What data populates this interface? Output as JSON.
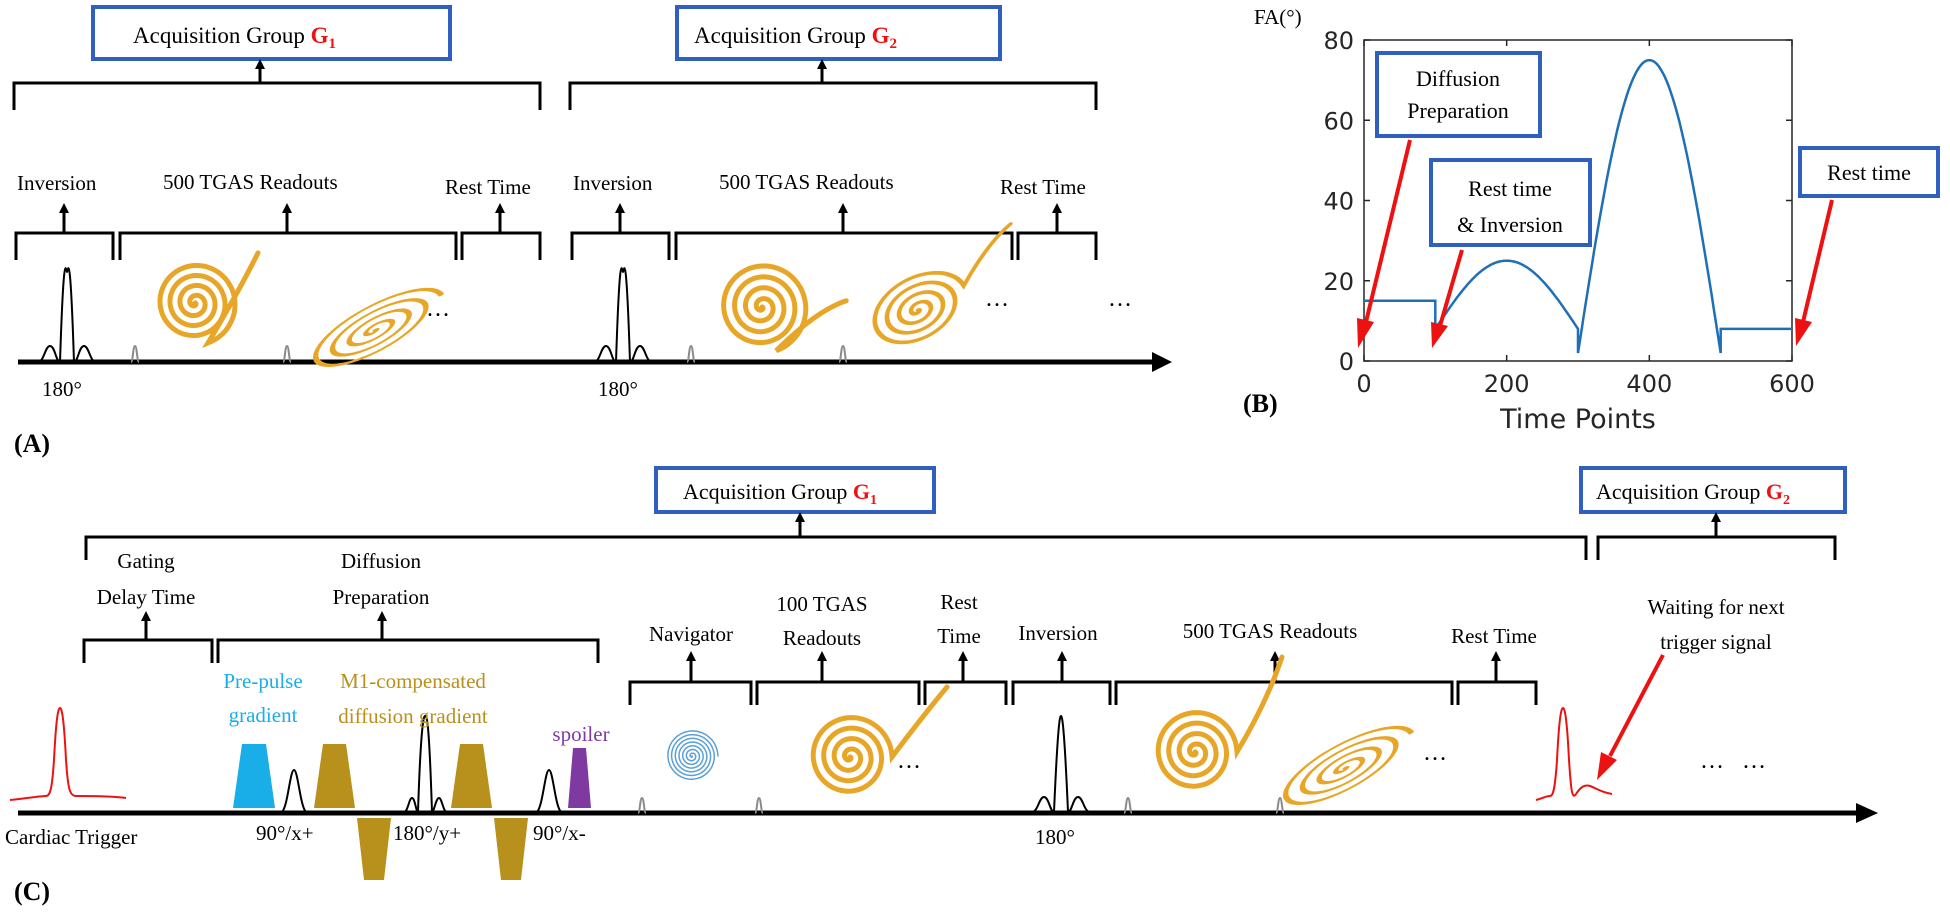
{
  "panels": {
    "a": "(A)",
    "b": "(B)",
    "c": "(C)"
  },
  "acq_label": "Acquisition  Group",
  "g1": "G",
  "g1_sub": "1",
  "g2": "G",
  "g2_sub": "2",
  "inversion": "Inversion",
  "readouts500": "500  TGAS  Readouts",
  "rest_time": "Rest Time",
  "ellipsis": "…",
  "deg180": "180°",
  "chart_data": {
    "type": "line",
    "x": [
      0,
      100,
      100,
      300,
      300,
      500,
      500,
      600
    ],
    "series_desc": "FA schedule",
    "ylabel": "FA(°)",
    "xlabel": "Time Points",
    "xlim": [
      0,
      600
    ],
    "ylim": [
      0,
      80
    ],
    "xticks": [
      "0",
      "200",
      "400",
      "600"
    ],
    "yticks": [
      "0",
      "20",
      "40",
      "60",
      "80"
    ],
    "segments": [
      {
        "kind": "flat",
        "x0": 0,
        "x1": 100,
        "y": 15
      },
      {
        "kind": "arc",
        "x0": 100,
        "x1": 300,
        "ymin": 8,
        "ymax": 25
      },
      {
        "kind": "arc",
        "x0": 300,
        "x1": 500,
        "ymin": 2,
        "ymax": 75
      },
      {
        "kind": "flat",
        "x0": 500,
        "x1": 600,
        "y": 8
      }
    ],
    "annotations": {
      "diff_prep_1": "Diffusion",
      "diff_prep_2": "Preparation",
      "rest_inv_1": "Rest time",
      "rest_inv_2": "& Inversion",
      "rest_time": "Rest time"
    }
  },
  "c": {
    "gating_1": "Gating",
    "gating_2": "Delay  Time",
    "diffprep_1": "Diffusion",
    "diffprep_2": "Preparation",
    "navigator": "Navigator",
    "tgas100_1": "100  TGAS",
    "tgas100_2": "Readouts",
    "rest_1": "Rest",
    "rest_2": "Time",
    "inversion": "Inversion",
    "readouts500": "500  TGAS  Readouts",
    "rest_time": "Rest Time",
    "waiting_1": "Waiting  for  next",
    "waiting_2": "trigger  signal",
    "prepulse_1": "Pre-pulse",
    "prepulse_2": "gradient",
    "m1_1": "M1-compensated",
    "m1_2": "diffusion  gradient",
    "spoiler": "spoiler",
    "cardiac": "Cardiac Trigger",
    "p90x": "90°/x+",
    "p180y": "180°/y+",
    "p90xm": "90°/x-",
    "deg180": "180°",
    "dots": "…   …"
  },
  "colors": {
    "box": "#2f5fbf",
    "red": "#ee1111",
    "orange": "#e8a628",
    "gold": "#b8901c",
    "cyan": "#19aee8",
    "purple": "#7e3aa1",
    "line": "#1f6fb6",
    "navigator": "#5aa0d8"
  }
}
